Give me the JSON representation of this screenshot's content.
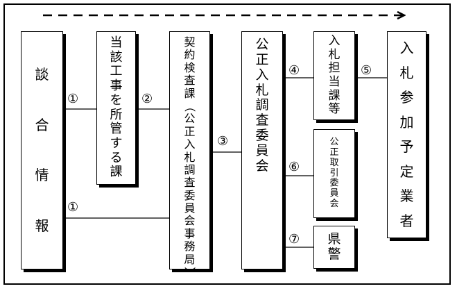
{
  "boxes": {
    "dango_info": "談合情報",
    "dept_in_charge": "当該工事を所管する課",
    "contract_inspection": "契約検査課（公正入札調査委員会事務局）",
    "fair_bidding_committee": "公正入札調査委員会",
    "bid_staff": "入札担当課等",
    "fair_trade_commission": "公正取引委員会",
    "prefectural_police": "県警",
    "prospective_bidders": "入札参加予定業者"
  },
  "step_labels": {
    "s1_upper": "①",
    "s1_lower": "①",
    "s2": "②",
    "s3": "③",
    "s4": "④",
    "s5": "⑤",
    "s6": "⑥",
    "s7": "⑦"
  }
}
